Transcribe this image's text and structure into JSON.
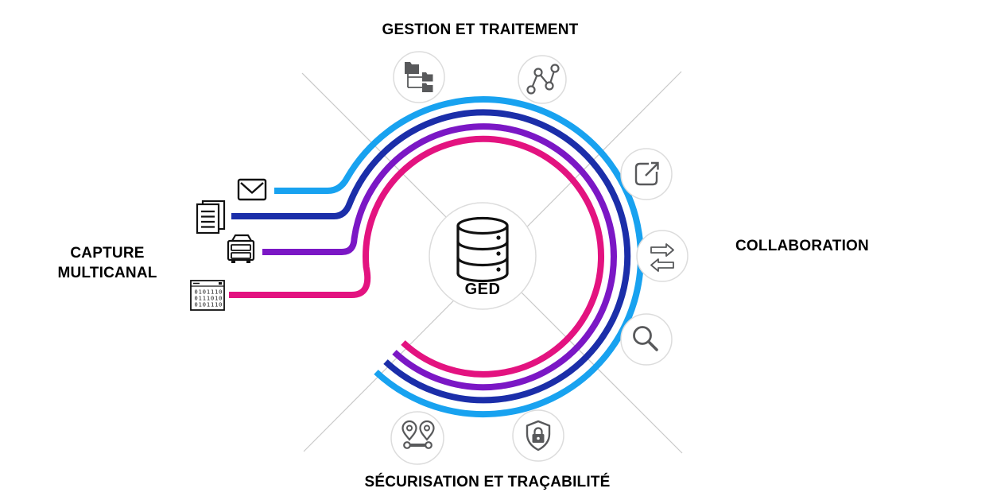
{
  "labels": {
    "top_quadrant": "GESTION ET TRAITEMENT",
    "right_quadrant": "COLLABORATION",
    "bottom_quadrant": "SÉCURISATION ET TRAÇABILITÉ",
    "left_quadrant_line1": "CAPTURE",
    "left_quadrant_line2": "MULTICANAL",
    "center_hub": "GED"
  },
  "channels": [
    {
      "name": "email",
      "icon": "envelope-icon",
      "color": "#18A2F0"
    },
    {
      "name": "paper-documents",
      "icon": "documents-icon",
      "color": "#1B2EA9"
    },
    {
      "name": "scanner-printer",
      "icon": "printer-icon",
      "color": "#7B17C5"
    },
    {
      "name": "digital-data",
      "icon": "binary-code-icon",
      "color": "#E31380"
    }
  ],
  "binary_icon_rows": [
    "0101110",
    "0111010",
    "0101110"
  ],
  "satellite_icons": [
    "folder-tree-icon",
    "network-graph-icon",
    "external-link-icon",
    "exchange-arrows-icon",
    "search-icon",
    "route-pins-icon",
    "shield-lock-icon"
  ],
  "center_icon": "database-icon",
  "colors": {
    "divider": "#c9c9c9",
    "circle_border": "#dcdcdc",
    "icon_gray": "#58595b",
    "text": "#000000"
  }
}
